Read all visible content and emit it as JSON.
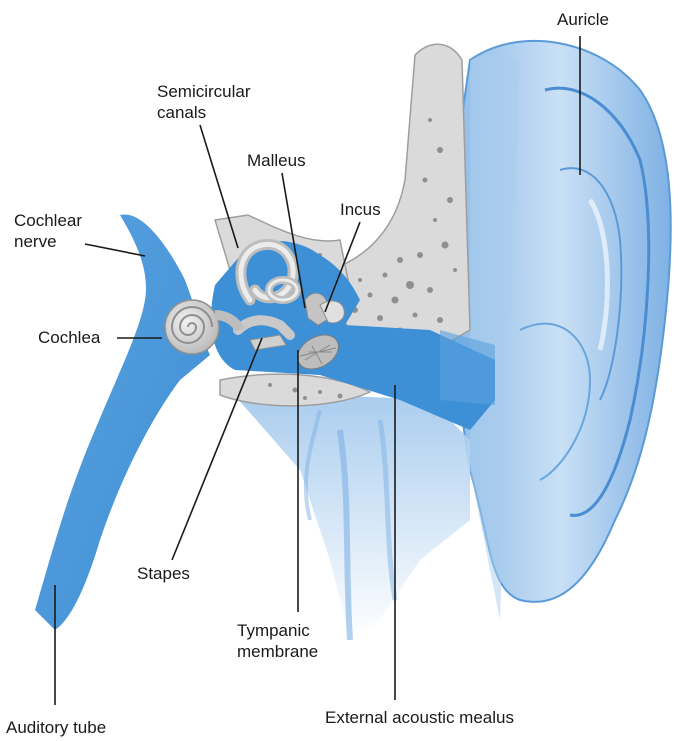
{
  "labels": {
    "auricle": "Auricle",
    "semicircular_1": "Semicircular",
    "semicircular_2": "canals",
    "malleus": "Malleus",
    "incus": "Incus",
    "cochlear_nerve_1": "Cochlear",
    "cochlear_nerve_2": "nerve",
    "cochlea": "Cochlea",
    "stapes": "Stapes",
    "tympanic_1": "Tympanic",
    "tympanic_2": "membrane",
    "external_acoustic": "External acoustic mealus",
    "auditory_tube": "Auditory tube"
  },
  "colors": {
    "primary_blue": "#3d8fd6",
    "light_blue": "#a9cdee",
    "pale_blue": "#d6e8f8",
    "bone_grey": "#d9d9d9",
    "ossicle_grey": "#c4c4c4",
    "label_text": "#1a1a1a"
  }
}
